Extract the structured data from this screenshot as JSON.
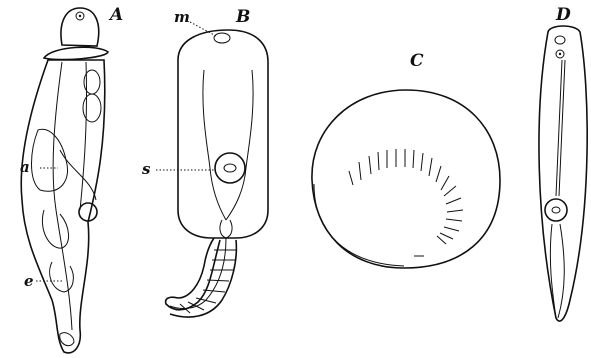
{
  "labels": {
    "A": "A",
    "B": "B",
    "C": "C",
    "D": "D",
    "a": "a",
    "e": "e",
    "m": "m",
    "s": "s"
  }
}
